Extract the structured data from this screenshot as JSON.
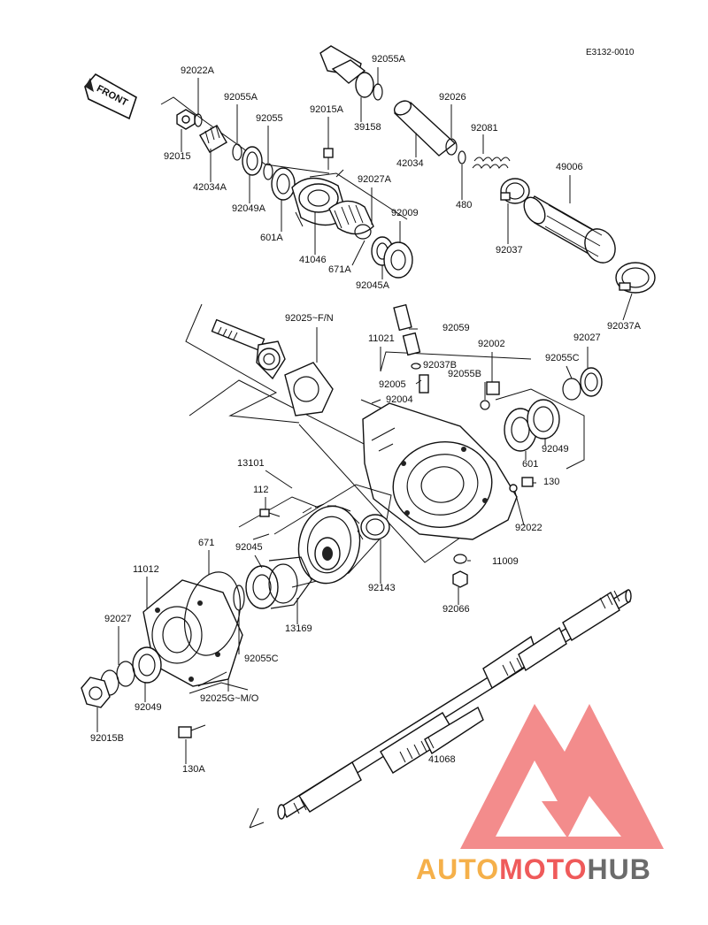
{
  "diagram": {
    "code": "E3132-0010",
    "front_label": "FRONT",
    "callouts": [
      {
        "id": "c1",
        "text": "92022A"
      },
      {
        "id": "c2",
        "text": "92055A"
      },
      {
        "id": "c3",
        "text": "92055"
      },
      {
        "id": "c4",
        "text": "92015"
      },
      {
        "id": "c5",
        "text": "42034A"
      },
      {
        "id": "c6",
        "text": "92049A"
      },
      {
        "id": "c7",
        "text": "92015A"
      },
      {
        "id": "c8",
        "text": "601A"
      },
      {
        "id": "c9",
        "text": "41046"
      },
      {
        "id": "c10",
        "text": "92027A"
      },
      {
        "id": "c11",
        "text": "92009"
      },
      {
        "id": "c12",
        "text": "671A"
      },
      {
        "id": "c13",
        "text": "92045A"
      },
      {
        "id": "c14",
        "text": "92055A"
      },
      {
        "id": "c15",
        "text": "39158"
      },
      {
        "id": "c16",
        "text": "92026"
      },
      {
        "id": "c17",
        "text": "42034"
      },
      {
        "id": "c18",
        "text": "92081"
      },
      {
        "id": "c19",
        "text": "480"
      },
      {
        "id": "c20",
        "text": "49006"
      },
      {
        "id": "c21",
        "text": "92037"
      },
      {
        "id": "c22",
        "text": "92037A"
      },
      {
        "id": "c23",
        "text": "92025~F/N"
      },
      {
        "id": "c24",
        "text": "92059"
      },
      {
        "id": "c25",
        "text": "11021"
      },
      {
        "id": "c26",
        "text": "92002"
      },
      {
        "id": "c27",
        "text": "92027"
      },
      {
        "id": "c28",
        "text": "92037B"
      },
      {
        "id": "c29",
        "text": "92055C"
      },
      {
        "id": "c30",
        "text": "92005"
      },
      {
        "id": "c31",
        "text": "92055B"
      },
      {
        "id": "c32",
        "text": "92004"
      },
      {
        "id": "c33",
        "text": "601"
      },
      {
        "id": "c34",
        "text": "92049"
      },
      {
        "id": "c35",
        "text": "13101"
      },
      {
        "id": "c36",
        "text": "130"
      },
      {
        "id": "c37",
        "text": "112"
      },
      {
        "id": "c38",
        "text": "92022"
      },
      {
        "id": "c39",
        "text": "671"
      },
      {
        "id": "c40",
        "text": "92045"
      },
      {
        "id": "c41",
        "text": "11009"
      },
      {
        "id": "c42",
        "text": "11012"
      },
      {
        "id": "c43",
        "text": "92143"
      },
      {
        "id": "c44",
        "text": "92027"
      },
      {
        "id": "c45",
        "text": "13169"
      },
      {
        "id": "c46",
        "text": "92066"
      },
      {
        "id": "c47",
        "text": "92055C"
      },
      {
        "id": "c48",
        "text": "92049"
      },
      {
        "id": "c49",
        "text": "92025G~M/O"
      },
      {
        "id": "c50",
        "text": "92015B"
      },
      {
        "id": "c51",
        "text": "41068"
      },
      {
        "id": "c52",
        "text": "130A"
      }
    ]
  },
  "watermark": {
    "part1": "AUTO",
    "part2": "MOTO",
    "part3": "HUB",
    "colors": {
      "orange": "#f5b04a",
      "red": "#ef5a5a",
      "gray": "#6b6b6b",
      "triangle": "#f06a6a"
    }
  }
}
